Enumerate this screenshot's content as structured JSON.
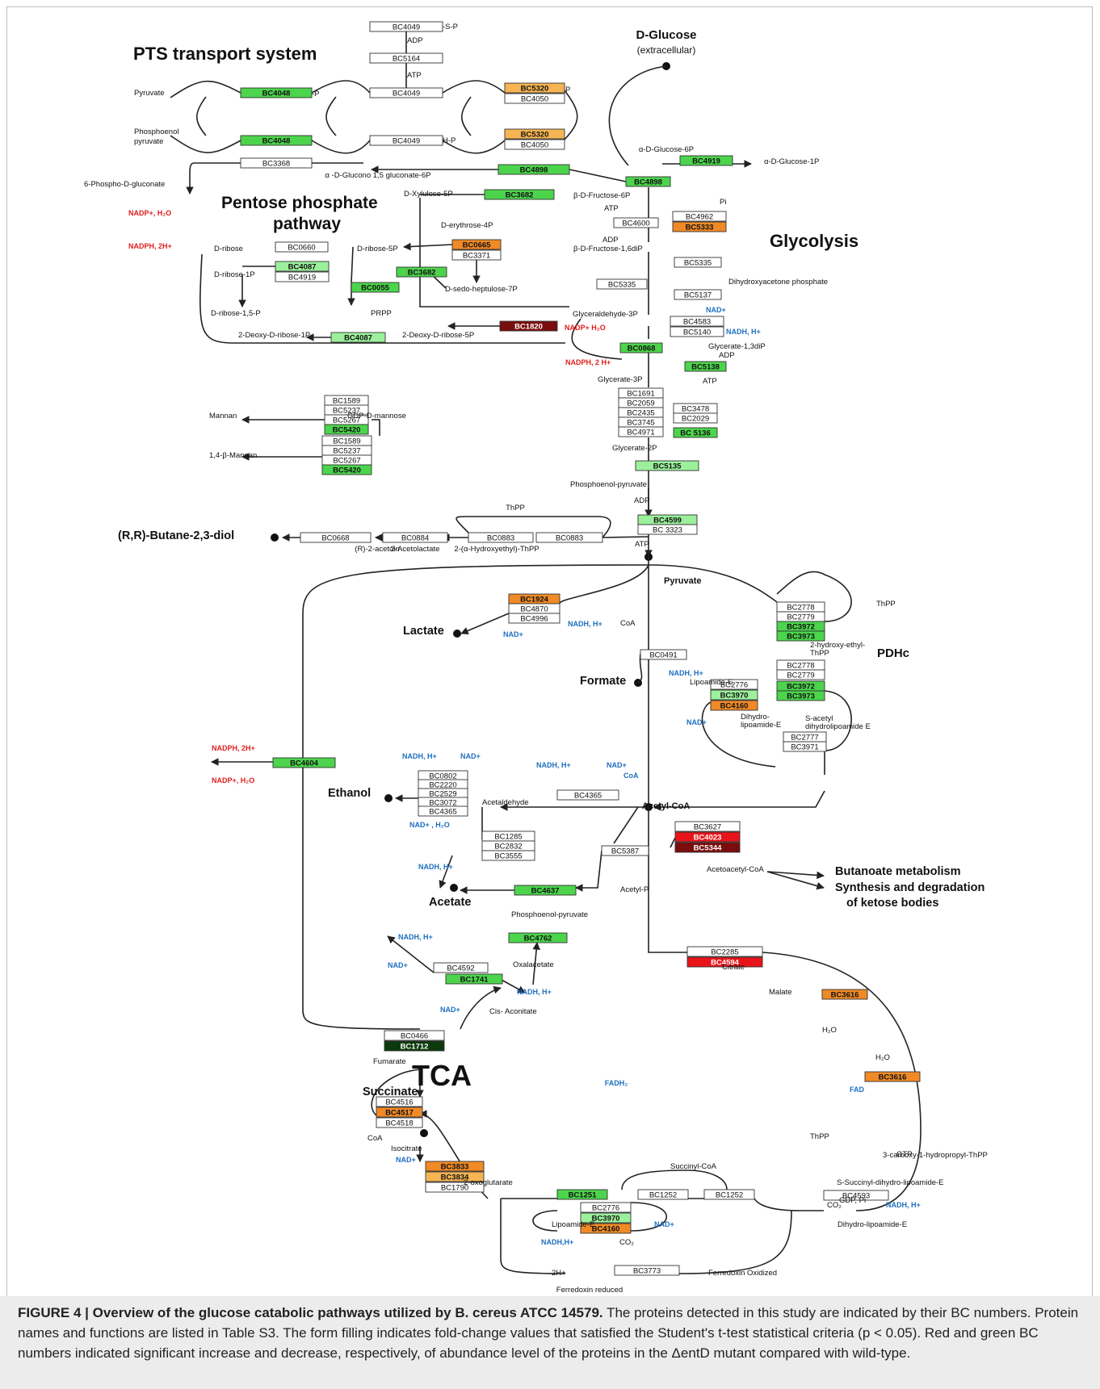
{
  "headings": {
    "pts": "PTS transport system",
    "pentose": [
      "Pentose phosphate",
      "pathway"
    ],
    "glycolysis": "Glycolysis",
    "pdhc": "PDHc",
    "tca": "TCA"
  },
  "colors": {
    "green": "#4cd44c",
    "light_green": "#9cf09c",
    "dark_green": "#0c3a0c",
    "orange": "#f08a26",
    "light_orange": "#f6b552",
    "dark_red": "#7a0d0d",
    "red": "#e8141a",
    "white": "#ffffff",
    "blue_text": "#1e6fc0",
    "red_text": "#e02020"
  },
  "boxes": [
    {
      "label": "BC4049",
      "fill": "white"
    },
    {
      "label": "BC5164",
      "fill": "white"
    },
    {
      "label": "BC4049",
      "fill": "white"
    },
    {
      "label": "BC4048",
      "fill": "green"
    },
    {
      "label": "BC4048",
      "fill": "green"
    },
    {
      "label": "BC4049",
      "fill": "white"
    },
    {
      "label": "BC5320",
      "fill": "light_orange"
    },
    {
      "label": "BC4050",
      "fill": "white"
    },
    {
      "label": "BC5320",
      "fill": "light_orange"
    },
    {
      "label": "BC4050",
      "fill": "white"
    },
    {
      "label": "BC3368",
      "fill": "white"
    },
    {
      "label": "BC4898",
      "fill": "green"
    },
    {
      "label": "BC4898",
      "fill": "green"
    },
    {
      "label": "BC4919",
      "fill": "green"
    },
    {
      "label": "BC3682",
      "fill": "green"
    },
    {
      "label": "BC4600",
      "fill": "white"
    },
    {
      "label": "BC4962",
      "fill": "white"
    },
    {
      "label": "BC5333",
      "fill": "orange"
    },
    {
      "label": "BC0665",
      "fill": "orange"
    },
    {
      "label": "BC3371",
      "fill": "white"
    },
    {
      "label": "BC0660",
      "fill": "white"
    },
    {
      "label": "BC4087",
      "fill": "light_green"
    },
    {
      "label": "BC4919",
      "fill": "white"
    },
    {
      "label": "BC3682",
      "fill": "green"
    },
    {
      "label": "BC0055",
      "fill": "green"
    },
    {
      "label": "BC5335",
      "fill": "white"
    },
    {
      "label": "BC5335",
      "fill": "white"
    },
    {
      "label": "BC5137",
      "fill": "white"
    },
    {
      "label": "BC1820",
      "fill": "dark_red"
    },
    {
      "label": "BC4087",
      "fill": "light_green"
    },
    {
      "label": "BC4583",
      "fill": "white"
    },
    {
      "label": "BC5140",
      "fill": "white"
    },
    {
      "label": "BC0868",
      "fill": "green"
    },
    {
      "label": "BC5138",
      "fill": "green"
    },
    {
      "label": "BC1691",
      "fill": "white"
    },
    {
      "label": "BC2059",
      "fill": "white"
    },
    {
      "label": "BC2435",
      "fill": "white"
    },
    {
      "label": "BC3745",
      "fill": "white"
    },
    {
      "label": "BC4971",
      "fill": "white"
    },
    {
      "label": "BC3478",
      "fill": "white"
    },
    {
      "label": "BC2029",
      "fill": "white"
    },
    {
      "label": "BC 5136",
      "fill": "green"
    },
    {
      "label": "BC1589",
      "fill": "white"
    },
    {
      "label": "BC5237",
      "fill": "white"
    },
    {
      "label": "BC5267",
      "fill": "white"
    },
    {
      "label": "BC5420",
      "fill": "green"
    },
    {
      "label": "BC1589",
      "fill": "white"
    },
    {
      "label": "BC5237",
      "fill": "white"
    },
    {
      "label": "BC5267",
      "fill": "white"
    },
    {
      "label": "BC5420",
      "fill": "green"
    },
    {
      "label": "BC5135",
      "fill": "light_green"
    },
    {
      "label": "BC4599",
      "fill": "light_green"
    },
    {
      "label": "BC 3323",
      "fill": "white"
    },
    {
      "label": "BC0668",
      "fill": "white"
    },
    {
      "label": "BC0884",
      "fill": "white"
    },
    {
      "label": "BC0883",
      "fill": "white"
    },
    {
      "label": "BC0883",
      "fill": "white"
    },
    {
      "label": "BC1924",
      "fill": "orange"
    },
    {
      "label": "BC4870",
      "fill": "white"
    },
    {
      "label": "BC4996",
      "fill": "white"
    },
    {
      "label": "BC0491",
      "fill": "white"
    },
    {
      "label": "BC2778",
      "fill": "white"
    },
    {
      "label": "BC2779",
      "fill": "white"
    },
    {
      "label": "BC3972",
      "fill": "green"
    },
    {
      "label": "BC3973",
      "fill": "green"
    },
    {
      "label": "BC2778",
      "fill": "white"
    },
    {
      "label": "BC2779",
      "fill": "white"
    },
    {
      "label": "BC3972",
      "fill": "green"
    },
    {
      "label": "BC3973",
      "fill": "green"
    },
    {
      "label": "BC2776",
      "fill": "white"
    },
    {
      "label": "BC3970",
      "fill": "light_green"
    },
    {
      "label": "BC4160",
      "fill": "orange"
    },
    {
      "label": "BC2777",
      "fill": "white"
    },
    {
      "label": "BC3971",
      "fill": "white"
    },
    {
      "label": "BC4604",
      "fill": "green"
    },
    {
      "label": "BC0802",
      "fill": "white"
    },
    {
      "label": "BC2220",
      "fill": "white"
    },
    {
      "label": "BC2529",
      "fill": "white"
    },
    {
      "label": "BC3072",
      "fill": "white"
    },
    {
      "label": "BC4365",
      "fill": "white"
    },
    {
      "label": "BC4365",
      "fill": "white"
    },
    {
      "label": "BC1285",
      "fill": "white"
    },
    {
      "label": "BC2832",
      "fill": "white"
    },
    {
      "label": "BC3555",
      "fill": "white"
    },
    {
      "label": "BC5387",
      "fill": "white"
    },
    {
      "label": "BC3627",
      "fill": "white"
    },
    {
      "label": "BC4023",
      "fill": "red"
    },
    {
      "label": "BC5344",
      "fill": "dark_red"
    },
    {
      "label": "BC4637",
      "fill": "green"
    },
    {
      "label": "BC4762",
      "fill": "green"
    },
    {
      "label": "BC4592",
      "fill": "white"
    },
    {
      "label": "BC1741",
      "fill": "green"
    },
    {
      "label": "BC2285",
      "fill": "white"
    },
    {
      "label": "BC4594",
      "fill": "red"
    },
    {
      "label": "BC3616",
      "fill": "orange"
    },
    {
      "label": "BC3616",
      "fill": "orange"
    },
    {
      "label": "BC0466",
      "fill": "white"
    },
    {
      "label": "BC1712",
      "fill": "dark_green"
    },
    {
      "label": "BC4516",
      "fill": "white"
    },
    {
      "label": "BC4517",
      "fill": "orange"
    },
    {
      "label": "BC4518",
      "fill": "white"
    },
    {
      "label": "BC3833",
      "fill": "orange"
    },
    {
      "label": "BC3834",
      "fill": "light_orange"
    },
    {
      "label": "BC1790",
      "fill": "white"
    },
    {
      "label": "BC1251",
      "fill": "green"
    },
    {
      "label": "BC1252",
      "fill": "white"
    },
    {
      "label": "BC1252",
      "fill": "white"
    },
    {
      "label": "BC2776",
      "fill": "white"
    },
    {
      "label": "BC3970",
      "fill": "light_green"
    },
    {
      "label": "BC4160",
      "fill": "orange"
    },
    {
      "label": "BC4593",
      "fill": "white"
    },
    {
      "label": "BC3773",
      "fill": "white"
    }
  ],
  "labels": [
    {
      "text": "-S-P",
      "style": "plain"
    },
    {
      "text": "ADP",
      "style": "plain"
    },
    {
      "text": "ATP",
      "style": "plain"
    },
    {
      "text": "Pyruvate",
      "style": "plain"
    },
    {
      "text": "-P",
      "style": "plain"
    },
    {
      "text": "Phosphoenol",
      "style": "plain"
    },
    {
      "text": "pyruvate",
      "style": "plain"
    },
    {
      "text": "H-P",
      "style": "plain"
    },
    {
      "text": "P",
      "style": "plain"
    },
    {
      "text": "D-Glucose",
      "style": "bigbold"
    },
    {
      "text": "(extracellular)",
      "style": "medium"
    },
    {
      "text": "α-D-Glucose-6P",
      "style": "plain"
    },
    {
      "text": "α-D-Glucose-1P",
      "style": "plain"
    },
    {
      "text": "6-Phospho-D-gluconate",
      "style": "plain"
    },
    {
      "text": "α -D-Glucono 1,5 gluconate-6P",
      "style": "plain"
    },
    {
      "text": "D-Xylulose-5P",
      "style": "plain"
    },
    {
      "text": "β-D-Fructose-6P",
      "style": "plain"
    },
    {
      "text": "Pi",
      "style": "plain"
    },
    {
      "text": "ATP",
      "style": "plain"
    },
    {
      "text": "ADP",
      "style": "plain"
    },
    {
      "text": "NADP+, H₂O",
      "style": "red"
    },
    {
      "text": "NADPH, 2H+",
      "style": "red"
    },
    {
      "text": "D-erythrose-4P",
      "style": "plain"
    },
    {
      "text": "β-D-Fructose-1,6diP",
      "style": "plain"
    },
    {
      "text": "D-ribose",
      "style": "plain"
    },
    {
      "text": "D-ribose-5P",
      "style": "plain"
    },
    {
      "text": "D-ribose-1P",
      "style": "plain"
    },
    {
      "text": "D-sedo-heptulose-7P",
      "style": "plain"
    },
    {
      "text": "Dihydroxyacetone phosphate",
      "style": "plain"
    },
    {
      "text": "D-ribose-1,5-P",
      "style": "plain"
    },
    {
      "text": "PRPP",
      "style": "plain"
    },
    {
      "text": "Glyceraldehyde-3P",
      "style": "plain"
    },
    {
      "text": "NAD+",
      "style": "blue"
    },
    {
      "text": "2-Deoxy-D-ribose-1P",
      "style": "plain"
    },
    {
      "text": "2-Deoxy-D-ribose-5P",
      "style": "plain"
    },
    {
      "text": "NADP+ H₂O",
      "style": "red"
    },
    {
      "text": "NADH, H+",
      "style": "blue"
    },
    {
      "text": "Glycerate-1,3diP",
      "style": "plain"
    },
    {
      "text": "NADPH, 2 H+",
      "style": "red"
    },
    {
      "text": "ADP",
      "style": "plain"
    },
    {
      "text": "ATP",
      "style": "plain"
    },
    {
      "text": "Glycerate-3P",
      "style": "plain"
    },
    {
      "text": "Mannan",
      "style": "plain"
    },
    {
      "text": "GDP-D-mannose",
      "style": "plain"
    },
    {
      "text": "1,4-β-Mannan",
      "style": "plain"
    },
    {
      "text": "Glycerate-2P",
      "style": "plain"
    },
    {
      "text": "Phosphoenol-pyruvate",
      "style": "plain"
    },
    {
      "text": "ADP",
      "style": "plain"
    },
    {
      "text": "ThPP",
      "style": "plain"
    },
    {
      "text": "(R,R)-Butane-2,3-diol",
      "style": "bold14"
    },
    {
      "text": "(R)-2-acetoin",
      "style": "plain"
    },
    {
      "text": "2-Acetolactate",
      "style": "plain"
    },
    {
      "text": "2-(α-Hydroxyethyl)-ThPP",
      "style": "plain"
    },
    {
      "text": "ATP",
      "style": "plain"
    },
    {
      "text": "Pyruvate",
      "style": "bold"
    },
    {
      "text": "ThPP",
      "style": "plain"
    },
    {
      "text": "Lactate",
      "style": "bold14"
    },
    {
      "text": "NADH, H+",
      "style": "blue"
    },
    {
      "text": "CoA",
      "style": "plain"
    },
    {
      "text": "NAD+",
      "style": "blue"
    },
    {
      "text": "2-hydroxy-ethyl-",
      "style": "plain"
    },
    {
      "text": "ThPP",
      "style": "plain"
    },
    {
      "text": "PDHc",
      "style": "bigbold"
    },
    {
      "text": "Lipoamide-E",
      "style": "plain"
    },
    {
      "text": "NADH, H+",
      "style": "blue"
    },
    {
      "text": "Formate",
      "style": "bold14"
    },
    {
      "text": "Dihydro-",
      "style": "plain"
    },
    {
      "text": "lipoamide-E",
      "style": "plain"
    },
    {
      "text": "S-acetyl",
      "style": "plain"
    },
    {
      "text": "dihydrolipoamide E",
      "style": "plain"
    },
    {
      "text": "NAD+",
      "style": "blue"
    },
    {
      "text": "NADPH, 2H+",
      "style": "red"
    },
    {
      "text": "NADP+, H₂O",
      "style": "red"
    },
    {
      "text": "NADH, H+",
      "style": "blue"
    },
    {
      "text": "NAD+",
      "style": "blue"
    },
    {
      "text": "NADH, H+",
      "style": "blue"
    },
    {
      "text": "NAD+",
      "style": "blue"
    },
    {
      "text": "CoA",
      "style": "blue"
    },
    {
      "text": "Ethanol",
      "style": "bold14"
    },
    {
      "text": "Acetaldehyde",
      "style": "plain"
    },
    {
      "text": "Acetyl-CoA",
      "style": "bold"
    },
    {
      "text": "NAD+ , H₂O",
      "style": "blue"
    },
    {
      "text": "NADH, H+",
      "style": "blue"
    },
    {
      "text": "Acetoacetyl-CoA",
      "style": "plain"
    },
    {
      "text": "Butanoate metabolism",
      "style": "bold14"
    },
    {
      "text": "Synthesis and degradation",
      "style": "bold14"
    },
    {
      "text": "of ketose bodies",
      "style": "bold14"
    },
    {
      "text": "Acetate",
      "style": "bold14"
    },
    {
      "text": "Acetyl-P",
      "style": "plain"
    },
    {
      "text": "Phosphoenol-pyruvate",
      "style": "plain"
    },
    {
      "text": "NADH, H+",
      "style": "blue"
    },
    {
      "text": "NAD+",
      "style": "blue"
    },
    {
      "text": "Oxalacetate",
      "style": "plain"
    },
    {
      "text": "Citrate",
      "style": "plain"
    },
    {
      "text": "NADH, H+",
      "style": "blue"
    },
    {
      "text": "Malate",
      "style": "plain"
    },
    {
      "text": "NAD+",
      "style": "blue"
    },
    {
      "text": "Cis- Aconitate",
      "style": "plain"
    },
    {
      "text": "H₂O",
      "style": "plain"
    },
    {
      "text": "H₂O",
      "style": "plain"
    },
    {
      "text": "Fumarate",
      "style": "plain"
    },
    {
      "text": "TCA",
      "style": "huge"
    },
    {
      "text": "FADH₂",
      "style": "blue"
    },
    {
      "text": "FAD",
      "style": "blue"
    },
    {
      "text": "Succinate",
      "style": "bold14"
    },
    {
      "text": "GTP",
      "style": "plain"
    },
    {
      "text": "CoA",
      "style": "plain"
    },
    {
      "text": "Isocitrate",
      "style": "plain"
    },
    {
      "text": "NAD+",
      "style": "blue"
    },
    {
      "text": "ThPP",
      "style": "plain"
    },
    {
      "text": "3-carboxy-1-hydropropyl-ThPP",
      "style": "plain"
    },
    {
      "text": "Succinyl-CoA",
      "style": "plain"
    },
    {
      "text": "2-oxoglutarate",
      "style": "plain"
    },
    {
      "text": "S-Succinyl-dihydro-lipoamide-E",
      "style": "plain"
    },
    {
      "text": "CO₂",
      "style": "plain"
    },
    {
      "text": "NADH, H+",
      "style": "blue"
    },
    {
      "text": "GDP, Pi",
      "style": "plain"
    },
    {
      "text": "Dihydro-lipoamide-E",
      "style": "plain"
    },
    {
      "text": "Lipoamide-E",
      "style": "plain"
    },
    {
      "text": "NAD+",
      "style": "blue"
    },
    {
      "text": "NADH,H+",
      "style": "blue"
    },
    {
      "text": "CO₂",
      "style": "plain"
    },
    {
      "text": "2H+",
      "style": "plain"
    },
    {
      "text": "Ferredoxin Oxidized",
      "style": "plain"
    },
    {
      "text": "Ferredoxin reduced",
      "style": "plain"
    }
  ],
  "caption": {
    "title": "FIGURE 4 | Overview of the glucose catabolic pathways utilized by B. cereus ATCC 14579.",
    "body": "The proteins detected in this study are indicated by their BC numbers. Protein names and functions are listed in Table S3. The form filling indicates fold-change values that satisfied the Student's t-test statistical criteria (p < 0.05). Red and green BC numbers indicated significant increase and decrease, respectively, of abundance level of the proteins in the ΔentD mutant compared with wild-type."
  }
}
